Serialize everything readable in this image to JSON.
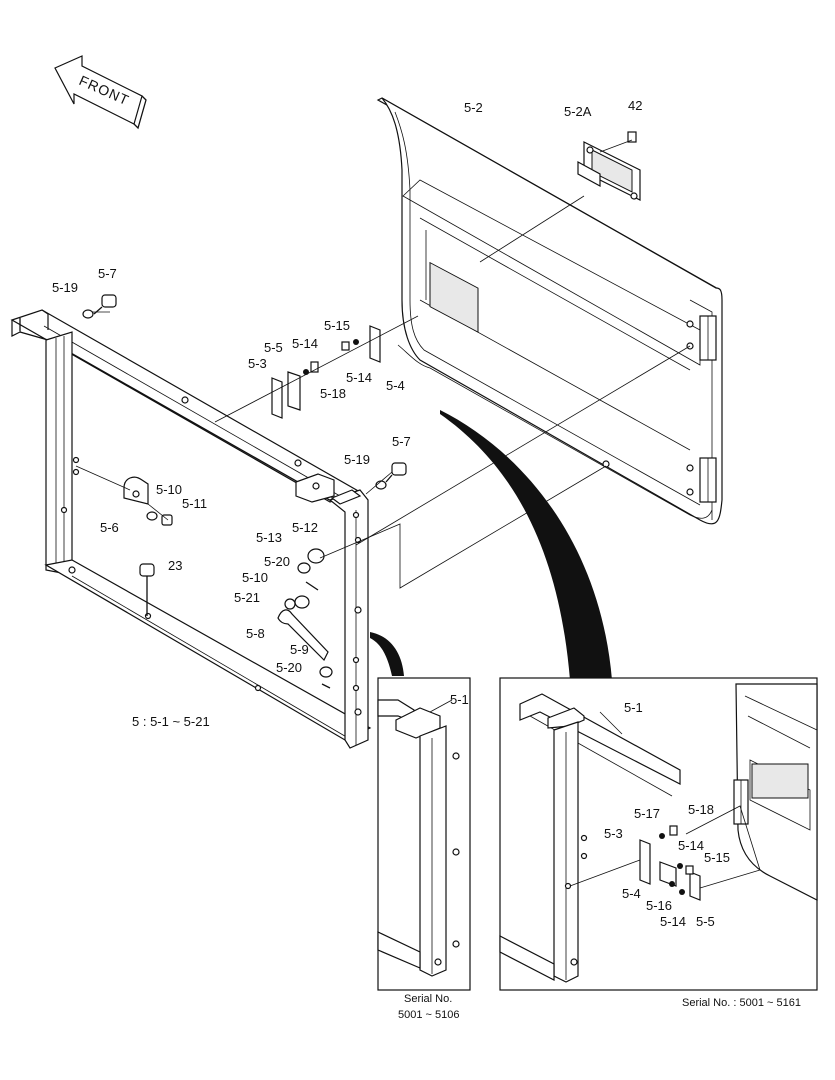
{
  "front_arrow": {
    "label": "FRONT"
  },
  "callouts": {
    "door_panel": "5-2",
    "latch_assy": "5-2A",
    "latch_bolt": "42",
    "bolt_top_left": "5-7",
    "washer_top_left": "5-19",
    "bracket_upper_5_5": "5-5",
    "bracket_upper_5_3": "5-3",
    "nut_upper_5_14": "5-14",
    "bolt_upper_5_18": "5-18",
    "bolt_upper_5_15": "5-15",
    "nut_upper_5_14b": "5-14",
    "hinge_bracket_5_4": "5-4",
    "bolt_mid_right": "5-7",
    "washer_mid_right": "5-19",
    "washer_5_10": "5-10",
    "bolt_5_11": "5-11",
    "clip_5_6": "5-6",
    "washer_5_12": "5-12",
    "nut_5_13": "5-13",
    "pin_5_20": "5-20",
    "washer_5_10b": "5-10",
    "spacer_5_21": "5-21",
    "rod_5_8": "5-8",
    "nut_5_9": "5-9",
    "pin_5_20b": "5-20",
    "bolt_23": "23",
    "frame_a": "5-1",
    "frame_b": "5-1",
    "b_5_17": "5-17",
    "b_5_18": "5-18",
    "b_5_3": "5-3",
    "b_5_14": "5-14",
    "b_5_15": "5-15",
    "b_5_4": "5-4",
    "b_5_16": "5-16",
    "b_5_14b": "5-14",
    "b_5_5": "5-5"
  },
  "assembly_note": "5 : 5-1 ~ 5-21",
  "inset_left": {
    "caption_line1": "Serial No.",
    "caption_line2": "5001 ~ 5106"
  },
  "inset_right": {
    "caption": "Serial No. : 5001 ~ 5161"
  }
}
